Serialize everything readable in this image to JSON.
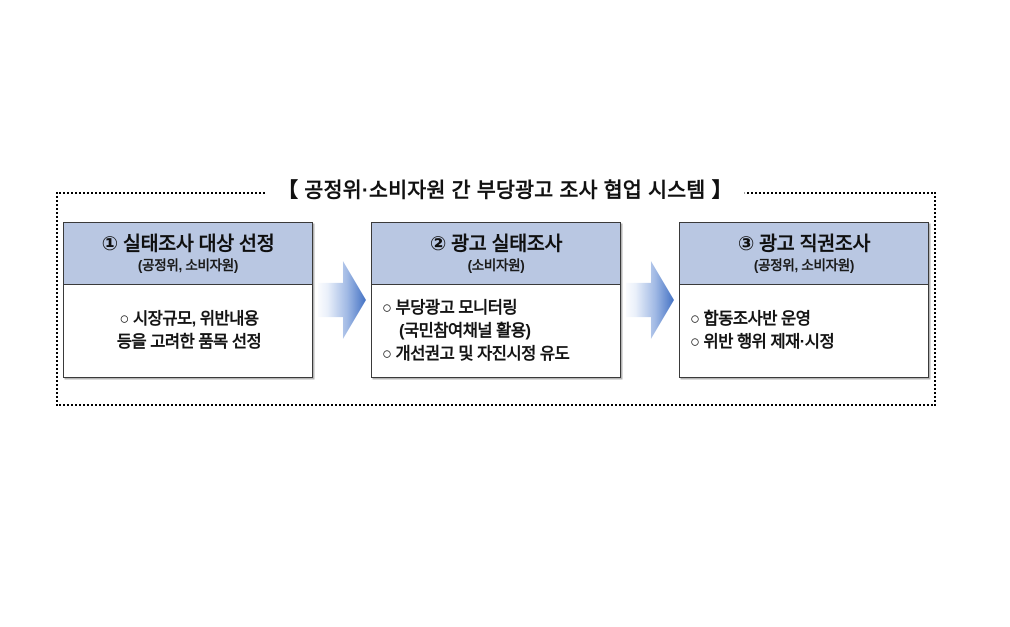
{
  "diagram": {
    "title": "【 공정위·소비자원 간 부당광고 조사 협업 시스템 】",
    "frame_style": "dotted",
    "colors": {
      "header_band": "#B9C7E2",
      "arrow_gradient_start": "#FBFCFE",
      "arrow_gradient_end": "#4472C4",
      "box_border": "#3A3A3A",
      "text": "#111111"
    },
    "steps": [
      {
        "id": "step-1",
        "header_title": "① 실태조사 대상 선정",
        "header_sub": "(공정위, 소비자원)",
        "body_lines": [
          "○ 시장규모, 위반내용",
          "등을 고려한 품목 선정"
        ]
      },
      {
        "id": "step-2",
        "header_title": "② 광고 실태조사",
        "header_sub": "(소비자원)",
        "body_lines": [
          "○ 부당광고 모니터링",
          "(국민참여채널 활용)",
          "○ 개선권고 및 자진시정 유도"
        ]
      },
      {
        "id": "step-3",
        "header_title": "③ 광고 직권조사",
        "header_sub": "(공정위, 소비자원)",
        "body_lines": [
          "○ 합동조사반 운영",
          "○ 위반 행위 제재·시정"
        ]
      }
    ],
    "arrows": [
      {
        "id": "arrow-1-to-2",
        "direction": "right"
      },
      {
        "id": "arrow-2-to-3",
        "direction": "right"
      }
    ]
  }
}
